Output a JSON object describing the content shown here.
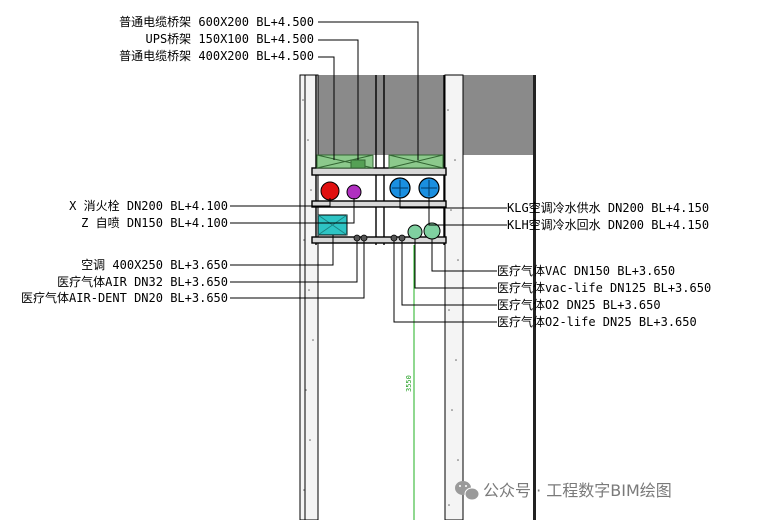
{
  "annotations": {
    "tray_general_600": "普通电缆桥架 600X200 BL+4.500",
    "tray_ups_150": "UPS桥架 150X100 BL+4.500",
    "tray_general_400": "普通电缆桥架 400X200 BL+4.500",
    "hydrant_x": "X 消火栓 DN200 BL+4.100",
    "sprinkler_z": "Z 自喷 DN150 BL+4.100",
    "chw_supply": "KLG空调冷水供水 DN200 BL+4.150",
    "chw_return": "KLH空调冷水回水 DN200 BL+4.150",
    "hvac_duct": "空调 400X250 BL+3.650",
    "med_air": "医疗气体AIR DN32 BL+3.650",
    "med_air_dent": "医疗气体AIR-DENT DN20 BL+3.650",
    "med_vac": "医疗气体VAC DN150 BL+3.650",
    "med_vac_life": "医疗气体vac-life DN125 BL+3.650",
    "med_o2": "医疗气体O2 DN25 BL+3.650",
    "med_o2_life": "医疗气体O2-life DN25 BL+3.650"
  },
  "dimension_text": "3550",
  "watermark": "公众号 · 工程数字BIM绘图",
  "colors": {
    "hydrant": "#e01010",
    "sprinkler": "#b030c0",
    "chilled_water": "#1a8fe0",
    "duct": "#2ec4c4",
    "medical_gas": "#7fd0a0",
    "cable_tray": "#55a055",
    "dimension_line": "#22b022",
    "concrete": "#808080"
  }
}
